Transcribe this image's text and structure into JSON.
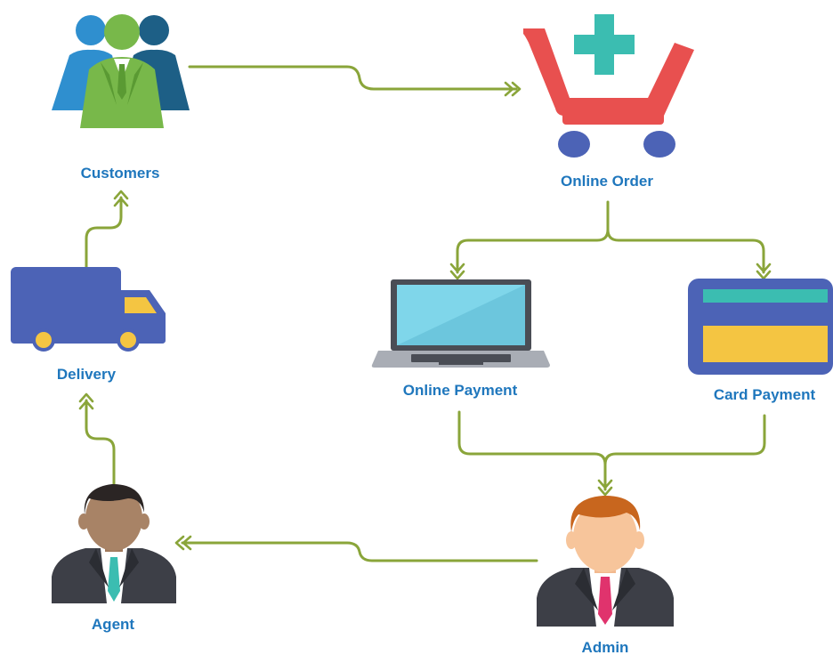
{
  "diagram": {
    "nodes": {
      "customers": {
        "label": "Customers",
        "icon": "customers-group-icon"
      },
      "online_order": {
        "label": "Online Order",
        "icon": "shopping-cart-add-icon"
      },
      "online_payment": {
        "label": "Online Payment",
        "icon": "laptop-icon"
      },
      "card_payment": {
        "label": "Card Payment",
        "icon": "credit-card-icon"
      },
      "admin": {
        "label": "Admin",
        "icon": "admin-person-icon"
      },
      "agent": {
        "label": "Agent",
        "icon": "agent-person-icon"
      },
      "delivery": {
        "label": "Delivery",
        "icon": "delivery-truck-icon"
      }
    },
    "edges": [
      {
        "from": "Customers",
        "to": "Online Order"
      },
      {
        "from": "Online Order",
        "to": "Online Payment"
      },
      {
        "from": "Online Order",
        "to": "Card Payment"
      },
      {
        "from": "Online Payment",
        "to": "Admin"
      },
      {
        "from": "Card Payment",
        "to": "Admin"
      },
      {
        "from": "Admin",
        "to": "Agent"
      },
      {
        "from": "Agent",
        "to": "Delivery"
      },
      {
        "from": "Delivery",
        "to": "Customers"
      }
    ],
    "colors": {
      "connector": "#8aa53a",
      "label": "#1f77bd",
      "cart": "#e8504f",
      "plus": "#3bbdb1",
      "truck": "#4c63b6",
      "accent_yellow": "#f4c542",
      "laptop_screen": "#7fd6ea",
      "suit": "#3d3f47",
      "customers_green": "#78b84a",
      "customers_blue": "#2f8fcf",
      "customers_navy": "#1d5f86"
    }
  }
}
